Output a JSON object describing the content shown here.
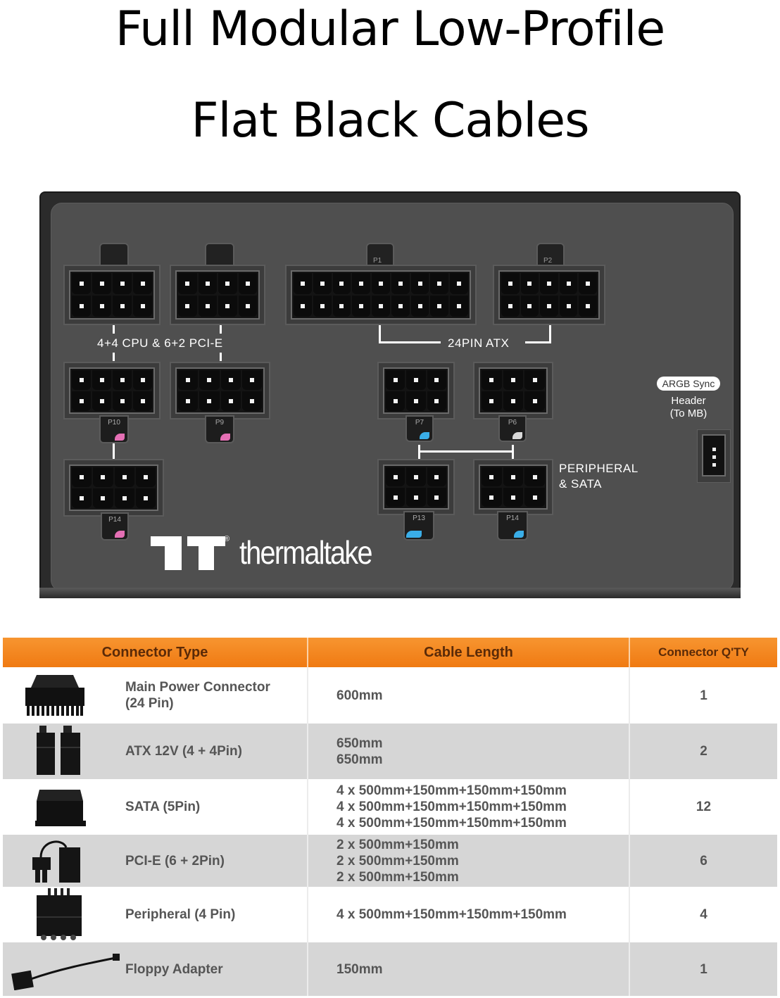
{
  "title": {
    "line1": "Full Modular Low-Profile",
    "line2": "Flat Black Cables"
  },
  "psu_panel": {
    "labels": {
      "cpu_pcie": "4+4 CPU & 6+2 PCI-E",
      "atx": "24PIN ATX",
      "peripheral_line1": "PERIPHERAL",
      "peripheral_line2": "& SATA",
      "argb_pill": "ARGB Sync",
      "argb_line1": "Header",
      "argb_line2": "(To MB)"
    },
    "connector_tags": {
      "p1": "P1",
      "p2": "P2",
      "p10": "P10",
      "p9": "P9",
      "p14_left": "P14",
      "p7": "P7",
      "p6": "P6",
      "p13": "P13",
      "p14_right": "P14"
    },
    "brand": "thermaltake",
    "brand_mark": "TT",
    "registered": "®",
    "colors": {
      "panel": "#4f4f4f",
      "frame": "#2b2b2b",
      "led_pink": "#e46fb4",
      "led_blue": "#3aaee8"
    }
  },
  "table": {
    "header_color": "#f48a22",
    "headers": {
      "type": "Connector Type",
      "length": "Cable Length",
      "qty": "Connector Q'TY"
    },
    "rows": [
      {
        "icon": "24pin-connector-icon",
        "type_line1": "Main Power Connector",
        "type_line2": "(24 Pin)",
        "lengths": [
          "600mm"
        ],
        "qty": "1"
      },
      {
        "icon": "atx12v-connector-icon",
        "type_line1": "ATX 12V (4 + 4Pin)",
        "type_line2": "",
        "lengths": [
          "650mm",
          "650mm"
        ],
        "qty": "2"
      },
      {
        "icon": "sata-connector-icon",
        "type_line1": "SATA (5Pin)",
        "type_line2": "",
        "lengths": [
          "4 x 500mm+150mm+150mm+150mm",
          "4 x 500mm+150mm+150mm+150mm",
          "4 x 500mm+150mm+150mm+150mm"
        ],
        "qty": "12"
      },
      {
        "icon": "pcie-connector-icon",
        "type_line1": "PCI-E (6 + 2Pin)",
        "type_line2": "",
        "lengths": [
          "2 x 500mm+150mm",
          "2 x 500mm+150mm",
          "2 x 500mm+150mm"
        ],
        "qty": "6"
      },
      {
        "icon": "peripheral-connector-icon",
        "type_line1": "Peripheral (4 Pin)",
        "type_line2": "",
        "lengths": [
          "4 x 500mm+150mm+150mm+150mm"
        ],
        "qty": "4"
      },
      {
        "icon": "floppy-adapter-icon",
        "type_line1": "Floppy Adapter",
        "type_line2": "",
        "lengths": [
          "150mm"
        ],
        "qty": "1"
      }
    ]
  }
}
